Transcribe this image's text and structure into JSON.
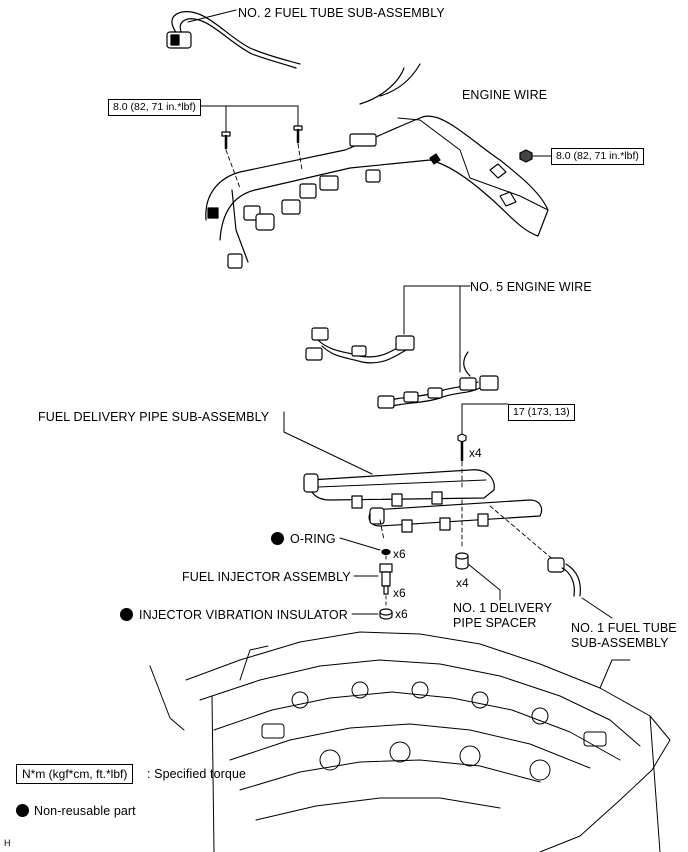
{
  "labels": {
    "no2_fuel_tube": "NO. 2 FUEL TUBE SUB-ASSEMBLY",
    "engine_wire": "ENGINE WIRE",
    "no5_engine_wire": "NO. 5 ENGINE WIRE",
    "fuel_delivery_pipe": "FUEL DELIVERY PIPE SUB-ASSEMBLY",
    "o_ring": "O-RING",
    "fuel_injector": "FUEL INJECTOR ASSEMBLY",
    "injector_insulator": "INJECTOR VIBRATION INSULATOR",
    "no1_delivery_spacer_1": "NO. 1 DELIVERY",
    "no1_delivery_spacer_2": "PIPE SPACER",
    "no1_fuel_tube_1": "NO. 1 FUEL TUBE",
    "no1_fuel_tube_2": "SUB-ASSEMBLY"
  },
  "torques": {
    "engine_wire_bolts": "8.0 (82, 71 in.*lbf)",
    "engine_wire_nut": "8.0 (82, 71 in.*lbf)",
    "delivery_pipe_bolts": "17 (173, 13)"
  },
  "quantities": {
    "delivery_pipe_bolts": "x4",
    "o_ring": "x6",
    "injector": "x6",
    "insulator": "x6",
    "spacer": "x4"
  },
  "legend": {
    "torque_units": "N*m (kgf*cm, ft.*lbf)",
    "torque_desc": ": Specified torque",
    "nonreusable": "Non-reusable part"
  },
  "corner_mark": "H"
}
